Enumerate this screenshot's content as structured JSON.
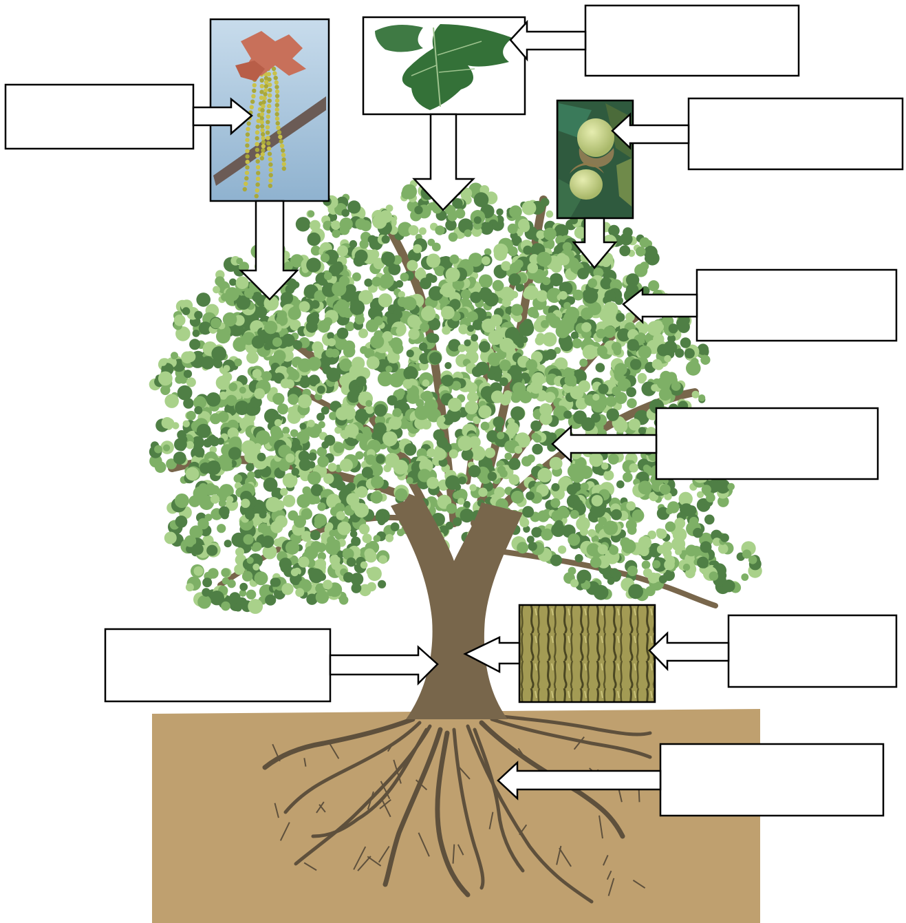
{
  "diagram": {
    "colors": {
      "soil": "#bfa06f",
      "trunk": "#78664b",
      "root": "#5e503c",
      "foliage_light": "#a9d18a",
      "foliage_mid": "#7eb066",
      "foliage_dark": "#4f7f45",
      "box_border": "#000000",
      "arrow_fill": "#ffffff"
    },
    "pictures": {
      "catkin_flower": "catkin-flower-photo",
      "leaf": "oak-leaf-photo",
      "acorn": "acorn-photo",
      "bark": "bark-photo"
    },
    "labels": {
      "catkin": "",
      "leaf": "",
      "acorn": "",
      "twig": "",
      "branch": "",
      "trunk": "",
      "bark": "",
      "roots": ""
    }
  }
}
